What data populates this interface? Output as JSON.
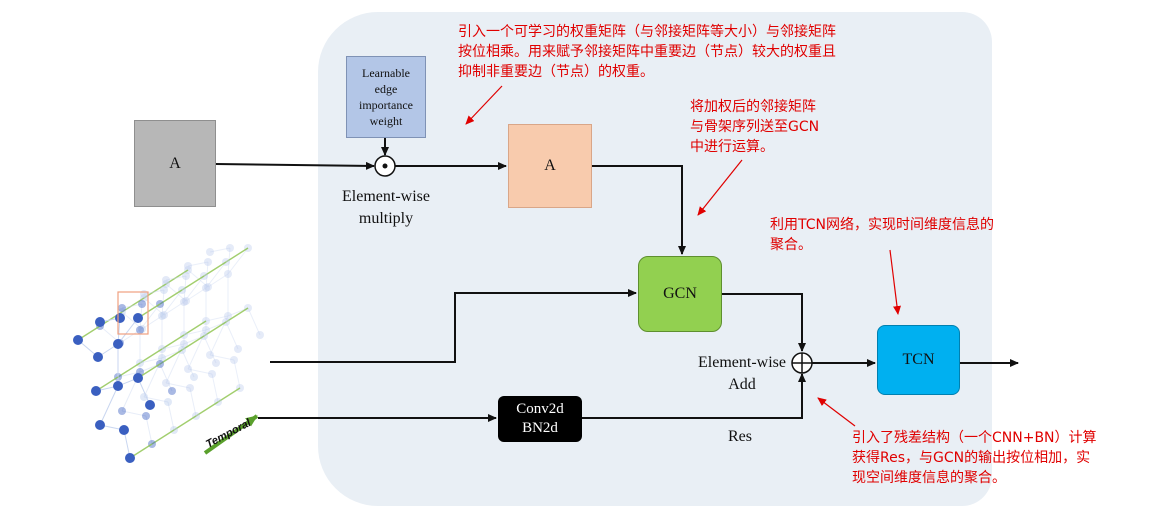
{
  "boxes": {
    "a_input": "A",
    "learnable": "Learnable edge importance weight",
    "a_weighted": "A",
    "gcn": "GCN",
    "tcn": "TCN",
    "conv_line1": "Conv2d",
    "conv_line2": "BN2d"
  },
  "labels": {
    "multiply_line1": "Element-wise",
    "multiply_line2": "multiply",
    "add_line1": "Element-wise",
    "add_line2": "Add",
    "res": "Res",
    "temporal": "Temporal",
    "odot_symbol": "⊙",
    "oplus_symbol": "⊕"
  },
  "annotations": {
    "weight_matrix": [
      "引入一个可学习的权重矩阵（与邻接矩阵等大小）与邻接矩阵",
      "按位相乘。用来赋予邻接矩阵中重要边（节点）较大的权重且",
      "抑制非重要边（节点）的权重。"
    ],
    "to_gcn": [
      "将加权后的邻接矩阵",
      "与骨架序列送至GCN",
      "中进行运算。"
    ],
    "tcn": [
      "利用TCN网络，实现时间维度信息的",
      "聚合。"
    ],
    "residual": [
      "引入了残差结构（一个CNN+BN）计算",
      "获得Res，与GCN的输出按位相加，实",
      "现空间维度信息的聚合。"
    ]
  },
  "colors": {
    "panel": "#e9eff5",
    "a_input": "#b7b7b7",
    "learnable": "#b3c6e7",
    "a_weighted": "#f8cbad",
    "gcn": "#92d050",
    "tcn": "#00b0f0",
    "conv": "#000000",
    "annotation": "#e00000",
    "graph_node_dark": "#3a5fc0",
    "graph_node_light": "#b8c9ec",
    "graph_edge_green": "#8bc34a"
  }
}
